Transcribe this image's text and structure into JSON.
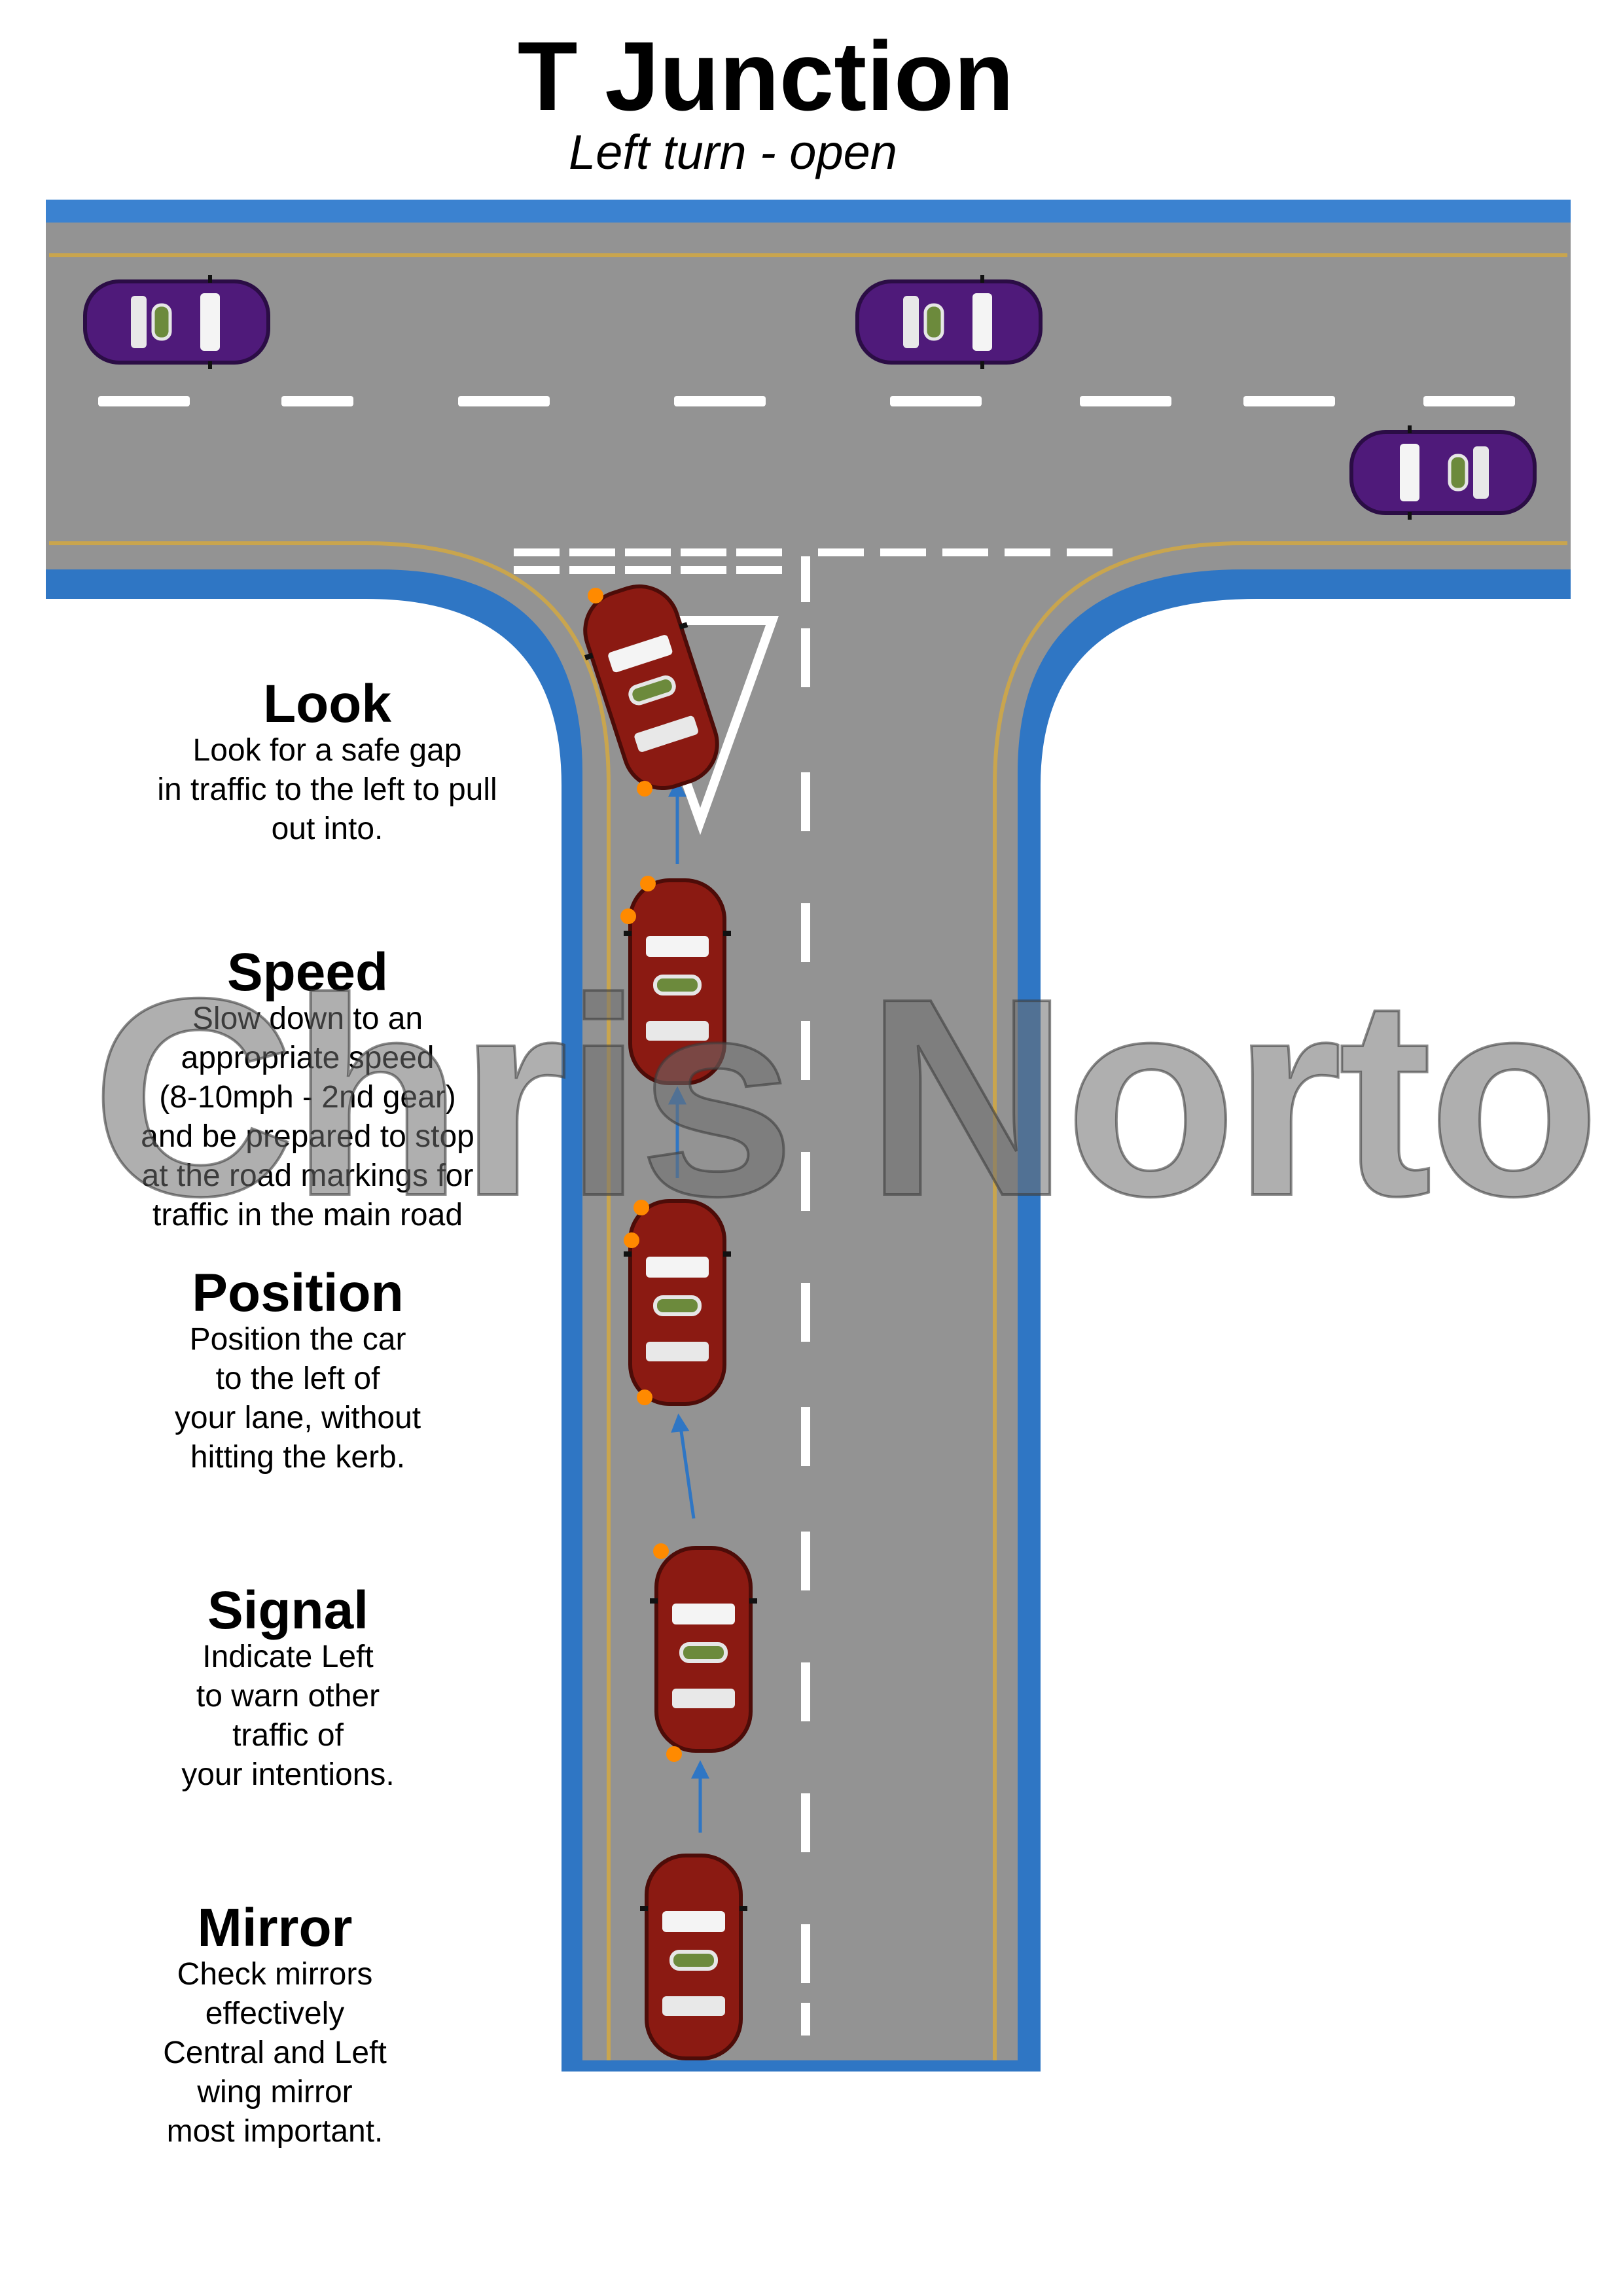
{
  "title": "T Junction",
  "subtitle": "Left turn - open",
  "steps": {
    "look": {
      "heading": "Look",
      "text": "Look for a safe gap\nin traffic to the left to pull\nout into."
    },
    "speed": {
      "heading": "Speed",
      "text": "Slow down to an\nappropriate speed\n(8-10mph - 2nd gear)\nand be prepared to stop\nat the road markings for\ntraffic in the main road"
    },
    "position": {
      "heading": "Position",
      "text": "Position the car\nto the left of\nyour lane, without\nhitting the kerb."
    },
    "signal": {
      "heading": "Signal",
      "text": "Indicate Left\nto warn other\ntraffic of\nyour intentions."
    },
    "mirror": {
      "heading": "Mirror",
      "text": "Check mirrors\neffectively\nCentral and Left\nwing mirror\nmost important."
    }
  },
  "watermark": "Chris Norto",
  "colors": {
    "road": "#939393",
    "kerb": "#2f76c4",
    "subject_car": "#8b1a12",
    "traffic_car": "#4f1a7a",
    "markings": "#ffffff"
  }
}
